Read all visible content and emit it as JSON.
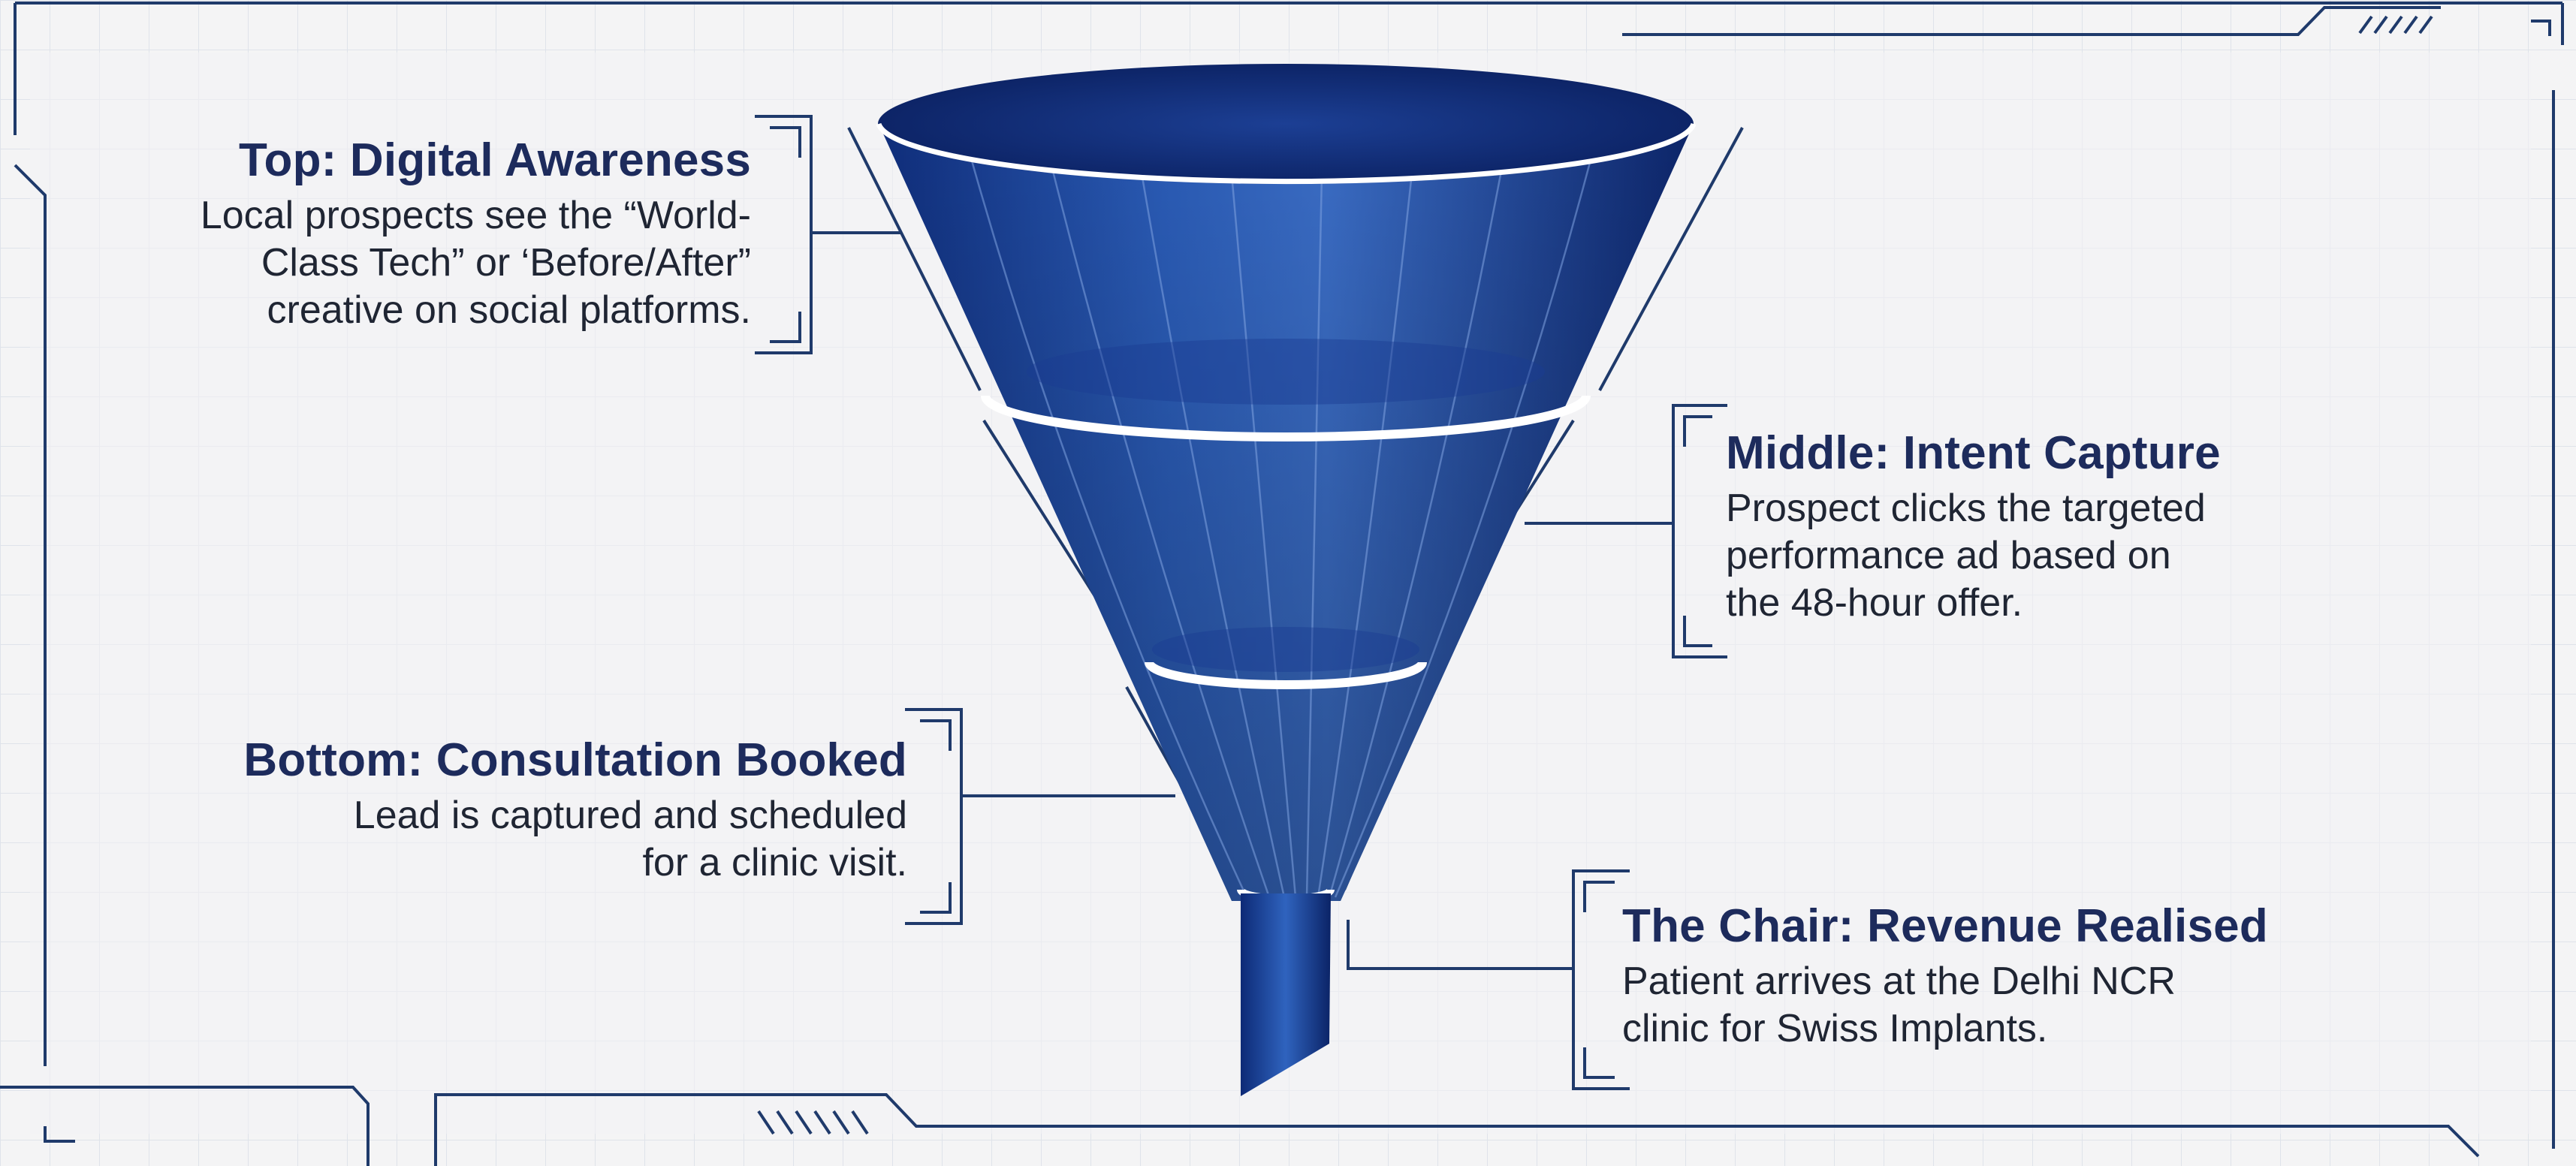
{
  "funnel": {
    "stages": [
      {
        "id": "top",
        "title": "Top: Digital Awareness",
        "description_lines": [
          "Local prospects see the “World-",
          "Class Tech” or ‘Before/After”",
          "creative on social platforms."
        ]
      },
      {
        "id": "middle",
        "title": "Middle: Intent Capture",
        "description_lines": [
          "Prospect clicks the targeted",
          "performance ad based on",
          "the 48-hour offer."
        ]
      },
      {
        "id": "bottom",
        "title": "Bottom: Consultation Booked",
        "description_lines": [
          "Lead is captured and scheduled",
          "for a clinic visit."
        ]
      },
      {
        "id": "chair",
        "title": "The Chair: Revenue Realised",
        "description_lines": [
          "Patient arrives at the Delhi NCR",
          "clinic for Swiss Implants."
        ]
      }
    ]
  },
  "colors": {
    "background": "#f4f4f5",
    "grid": "#dde2ea",
    "frame": "#1f3a6b",
    "funnel_light": "#2d5fb8",
    "funnel_dark": "#0e2a78",
    "title_text": "#1d2b5c",
    "body_text": "#1f2533"
  }
}
